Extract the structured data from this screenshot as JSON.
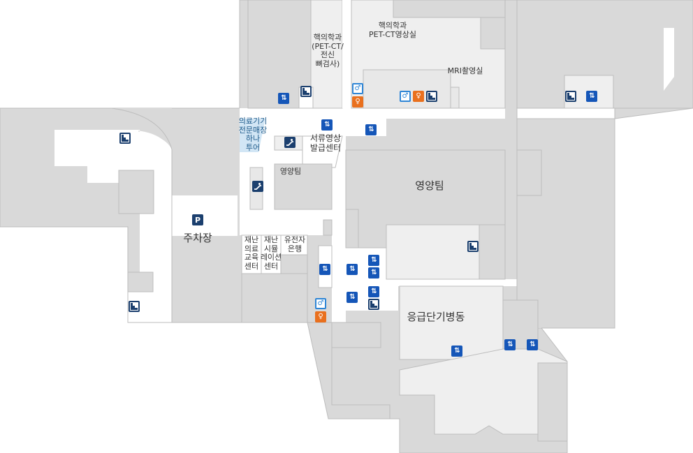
{
  "colors": {
    "block_dark": "#d9d9d9",
    "block_light": "#efefef",
    "corridor": "#ffffff",
    "outline": "#bdbdbd",
    "icon_blue": "#1556b8",
    "icon_navy": "#1b3f6e",
    "female_orange": "#e9701e",
    "male_blue": "#2f86d6",
    "wayfind_highlight": "#d2e6f5"
  },
  "labels": {
    "nuclear_petct_bone": [
      "핵의학과",
      "(PET-CT/",
      "전신",
      "뼈검사)"
    ],
    "nuclear_petct_imaging": [
      "핵의학과",
      "PET-CT영상실"
    ],
    "mri": "MRI촬영실",
    "medical_device_store": [
      "의료기기",
      "전문매장",
      "하나",
      "투어"
    ],
    "document_imaging_center": [
      "서류영상",
      "발급센터"
    ],
    "nutrition_small": "영양팀",
    "nutrition_large": "영양팀",
    "parking": "주차장",
    "disaster_education": [
      "재난",
      "의료",
      "교육",
      "센터"
    ],
    "disaster_simulation": [
      "재난",
      "시뮬",
      "레이션",
      "센터"
    ],
    "gene_bank": [
      "유전자",
      "은행"
    ],
    "emergency_ward": "응급단기병동"
  },
  "icons": {
    "elevator": "elevator-icon",
    "stairs": "stairs-icon",
    "escalator": "escalator-icon",
    "restroom_male": "male-restroom-icon",
    "restroom_female": "female-restroom-icon",
    "parking": "parking-icon"
  },
  "parking_symbol": "P"
}
